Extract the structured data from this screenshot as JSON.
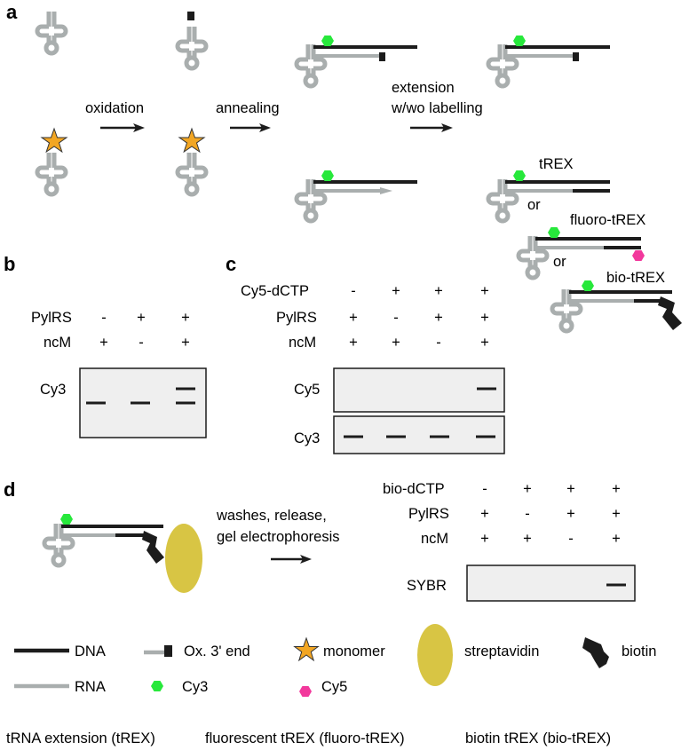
{
  "colors": {
    "dna": "#1c1c1c",
    "rna": "#a9aeae",
    "cy3": "#27e83b",
    "cy5": "#f2389c",
    "monomer": "#f2a623",
    "streptavidin": "#d8c544",
    "gel_fill": "#efefef"
  },
  "icons": [
    "trna-icon",
    "star-icon",
    "hexagon-icon",
    "ellipse-icon",
    "biotin-icon",
    "arrow-icon"
  ],
  "panel_a": {
    "letter": "a",
    "steps": [
      "oxidation",
      "annealing",
      "extension",
      "w/wo labelling"
    ],
    "products": [
      "tREX",
      "fluoro-tREX",
      "bio-tREX"
    ],
    "or_label": "or"
  },
  "panel_b": {
    "letter": "b",
    "rows": [
      {
        "label": "PylRS",
        "signs": [
          "-",
          "+",
          "+"
        ]
      },
      {
        "label": "ncM",
        "signs": [
          "+",
          "-",
          "+"
        ]
      }
    ],
    "gel_label": "Cy3"
  },
  "panel_c": {
    "letter": "c",
    "rows": [
      {
        "label": "Cy5-dCTP",
        "signs": [
          "-",
          "+",
          "+",
          "+"
        ]
      },
      {
        "label": "PylRS",
        "signs": [
          "+",
          "-",
          "+",
          "+"
        ]
      },
      {
        "label": "ncM",
        "signs": [
          "+",
          "+",
          "-",
          "+"
        ]
      }
    ],
    "gel_labels": [
      "Cy5",
      "Cy3"
    ]
  },
  "panel_d": {
    "letter": "d",
    "steps": [
      "washes, release,",
      "gel electrophoresis"
    ],
    "rows": [
      {
        "label": "bio-dCTP",
        "signs": [
          "-",
          "+",
          "+",
          "+"
        ]
      },
      {
        "label": "PylRS",
        "signs": [
          "+",
          "-",
          "+",
          "+"
        ]
      },
      {
        "label": "ncM",
        "signs": [
          "+",
          "+",
          "-",
          "+"
        ]
      }
    ],
    "gel_label": "SYBR"
  },
  "legend": {
    "dna": "DNA",
    "ox_end": "Ox. 3' end",
    "monomer": "monomer",
    "streptavidin": "streptavidin",
    "biotin": "biotin",
    "rna": "RNA",
    "cy3": "Cy3",
    "cy5": "Cy5"
  },
  "footer": [
    "tRNA extension (tREX)",
    "fluorescent tREX (fluoro-tREX)",
    "biotin tREX (bio-tREX)"
  ]
}
